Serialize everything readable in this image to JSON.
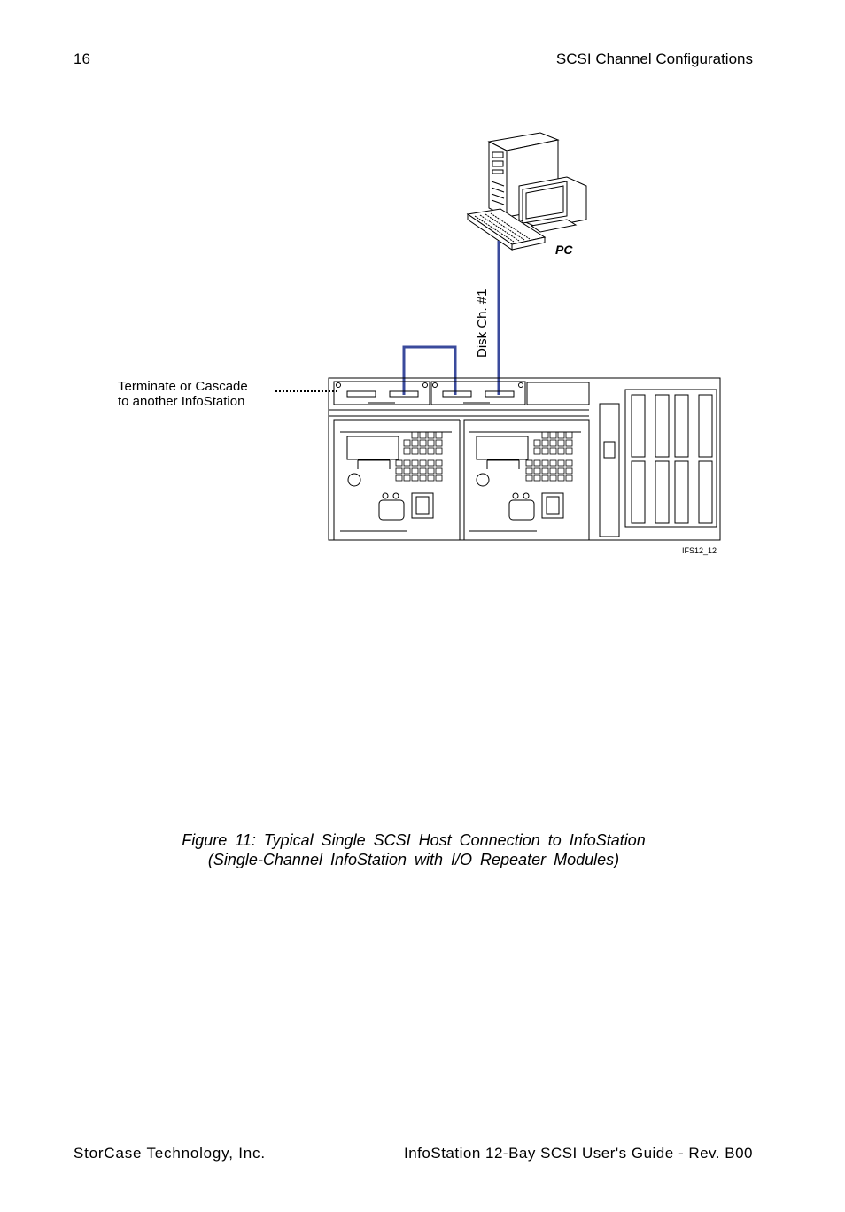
{
  "header": {
    "page_number": "16",
    "section_title": "SCSI Channel Configurations"
  },
  "figure": {
    "pc_label": "PC",
    "cable_label": "Disk Ch. #1",
    "callout_line1": "Terminate or Cascade",
    "callout_line2": "to another InfoStation",
    "figure_id": "IFS12_12",
    "cable_color": "#3a4a9c"
  },
  "caption": {
    "line1": "Figure 11:  Typical Single SCSI Host Connection to InfoStation",
    "line2": "(Single-Channel InfoStation with I/O Repeater Modules)"
  },
  "footer": {
    "company": "StorCase Technology, Inc.",
    "guide": "InfoStation 12-Bay SCSI User's Guide - Rev. B00"
  }
}
